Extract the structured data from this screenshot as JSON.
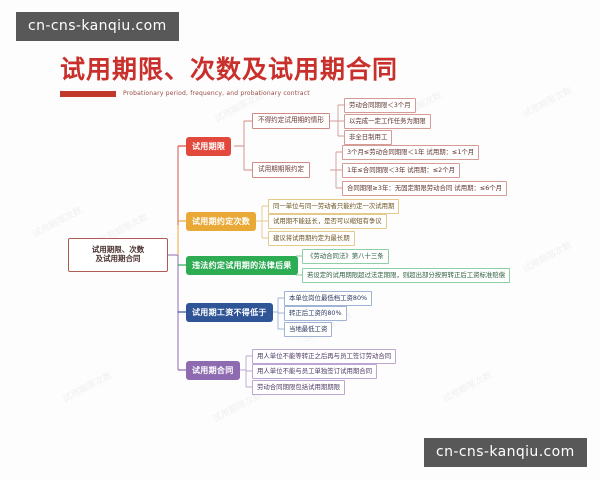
{
  "watermarks": {
    "top_badge": "cn-cns-kanqiu.com",
    "bottom_badge": "cn-cns-kanqiu.com",
    "ghost_text": "试用期限次数"
  },
  "header": {
    "title": "试用期限、次数及试用期合同",
    "subtitle": "Probationary period, frequency, and probationary contract",
    "title_color": "#c9302c",
    "bar_color": "#c0392b"
  },
  "mindmap": {
    "root": {
      "line1": "试用期限、次数",
      "line2": "及试用期合同"
    },
    "branches": [
      {
        "label": "试用期限",
        "color": "#e2483c",
        "children": [
          {
            "label": "不得约定试用期的情形",
            "leaves": [
              "劳动合同期限＜3个月",
              "以完成一定工作任务为期限",
              "非全日制用工"
            ]
          },
          {
            "label": "试用期期限约定",
            "leaves": [
              "3个月≤劳动合同期限＜1年  试用期：≤1个月",
              "1年≤合同期限＜3年  试用期：≤2个月",
              "合同期限≥3年：无固定期限劳动合同  试用期：≤6个月"
            ]
          }
        ]
      },
      {
        "label": "试用期约定次数",
        "color": "#e9a937",
        "children": [
          {
            "label": "",
            "leaves": [
              "同一单位与同一劳动者只能约定一次试用期",
              "试用期不能延长，是否可以缩短有争议",
              "建议将试用期约定为最长期"
            ]
          }
        ]
      },
      {
        "label": "违法约定试用期的法律后果",
        "color": "#2eac54",
        "children": [
          {
            "label": "",
            "leaves": [
              "《劳动合同法》第八十三条",
              "若设定的试用期限超过法定期限，则超出部分按照转正后工资标准赔偿"
            ]
          }
        ]
      },
      {
        "label": "试用期工资不得低于",
        "color": "#2f5597",
        "children": [
          {
            "label": "",
            "leaves": [
              "本单位岗位最低档工资80%",
              "转正后工资的80%",
              "当地最低工资"
            ]
          }
        ]
      },
      {
        "label": "试用期合同",
        "color": "#8e6bb0",
        "children": [
          {
            "label": "",
            "leaves": [
              "用人单位不能等转正之后再与员工签订劳动合同",
              "用人单位不能与员工单独签订试用期合同",
              "劳动合同期限包括试用期期限"
            ]
          }
        ]
      }
    ]
  }
}
